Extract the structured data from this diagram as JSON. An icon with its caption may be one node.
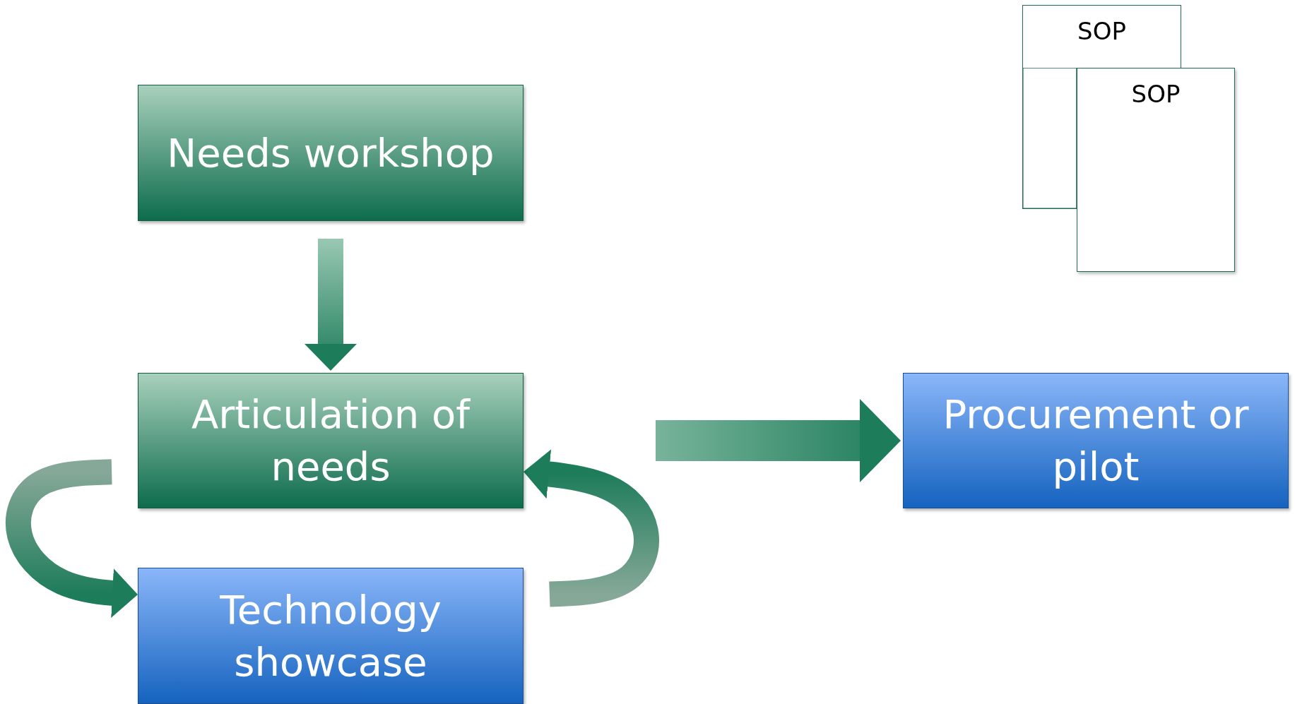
{
  "diagram": {
    "nodes": [
      {
        "text": [
          "Needs workshop"
        ]
      },
      {
        "text": [
          "Articulation of needs"
        ]
      },
      {
        "text": [
          "Technology showcase"
        ]
      },
      {
        "text": [
          "Procurement or pilot"
        ]
      },
      {
        "text": [
          "SOP"
        ]
      },
      {
        "text": [
          "SOP"
        ]
      }
    ],
    "edges": [
      {
        "from": 0,
        "to": 1,
        "arrow": "to"
      },
      {
        "from": 1,
        "to": 2,
        "arrow": "to"
      },
      {
        "from": 2,
        "to": 1,
        "arrow": "to"
      },
      {
        "from": 1,
        "to": 3,
        "arrow": "to"
      }
    ]
  }
}
